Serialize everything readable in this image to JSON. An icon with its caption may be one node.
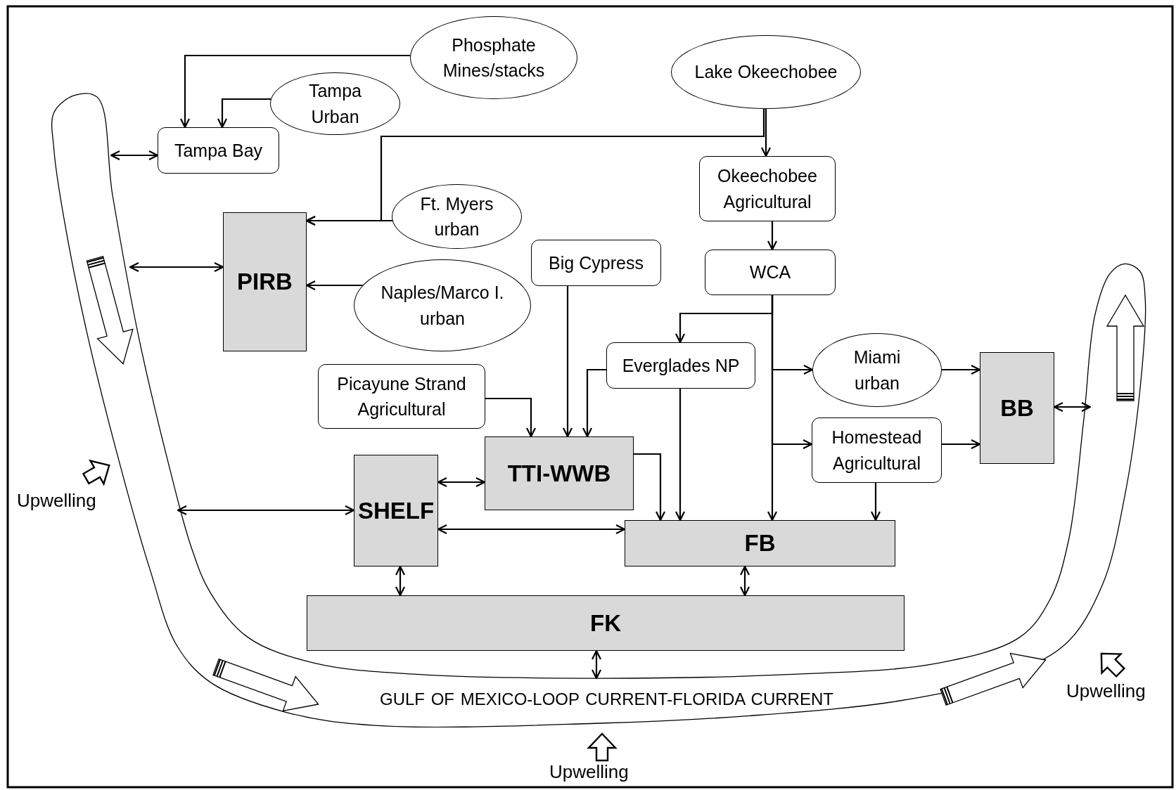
{
  "diagram": {
    "nodes": [
      {
        "text": [
          "GULF OF MEXICO-LOOP CURRENT-FLORIDA CURRENT"
        ]
      },
      {
        "text": [
          "Phosphate Mines/stacks"
        ]
      },
      {
        "text": [
          "Tampa Urban"
        ]
      },
      {
        "text": [
          "Lake Okeechobee"
        ]
      },
      {
        "text": [
          "Tampa Bay"
        ]
      },
      {
        "text": [
          "Okeechobee Agricultural"
        ]
      },
      {
        "text": [
          "Ft. Myers urban"
        ]
      },
      {
        "text": [
          "PIRB"
        ]
      },
      {
        "text": [
          "Big Cypress"
        ]
      },
      {
        "text": [
          "WCA"
        ]
      },
      {
        "text": [
          "Naples/Marco I. urban"
        ]
      },
      {
        "text": [
          "Everglades NP"
        ]
      },
      {
        "text": [
          "Miami urban"
        ]
      },
      {
        "text": [
          "BB"
        ]
      },
      {
        "text": [
          "Picayune Strand Agricultural"
        ]
      },
      {
        "text": [
          "TTI-WWB"
        ]
      },
      {
        "text": [
          "Homestead Agricultural"
        ]
      },
      {
        "text": [
          "SHELF"
        ]
      },
      {
        "text": [
          "FB"
        ]
      },
      {
        "text": [
          "FK"
        ]
      }
    ],
    "edges": [
      {
        "from": 1,
        "to": 4,
        "arrow": "to"
      },
      {
        "from": 2,
        "to": 4,
        "arrow": "to"
      },
      {
        "from": 0,
        "to": 4,
        "arrow": "both"
      },
      {
        "from": 3,
        "to": 5,
        "arrow": "to"
      },
      {
        "from": 3,
        "to": 7,
        "arrow": "to"
      },
      {
        "from": 6,
        "to": 7,
        "arrow": "to"
      },
      {
        "from": 0,
        "to": 7,
        "arrow": "both"
      },
      {
        "from": 10,
        "to": 7,
        "arrow": "to"
      },
      {
        "from": 5,
        "to": 9,
        "arrow": "to"
      },
      {
        "from": 9,
        "to": 11,
        "arrow": "to"
      },
      {
        "from": 9,
        "to": 12,
        "arrow": "to"
      },
      {
        "from": 9,
        "to": 16,
        "arrow": "to"
      },
      {
        "from": 9,
        "to": 18,
        "arrow": "to"
      },
      {
        "from": 11,
        "to": 15,
        "arrow": "to"
      },
      {
        "from": 11,
        "to": 18,
        "arrow": "to"
      },
      {
        "from": 8,
        "to": 15,
        "arrow": "to"
      },
      {
        "from": 14,
        "to": 15,
        "arrow": "to"
      },
      {
        "from": 15,
        "to": 18,
        "arrow": "to"
      },
      {
        "from": 12,
        "to": 13,
        "arrow": "to"
      },
      {
        "from": 16,
        "to": 13,
        "arrow": "to"
      },
      {
        "from": 16,
        "to": 18,
        "arrow": "to"
      },
      {
        "from": 13,
        "to": 0,
        "arrow": "both"
      },
      {
        "from": 17,
        "to": 15,
        "arrow": "both"
      },
      {
        "from": 0,
        "to": 17,
        "arrow": "both"
      },
      {
        "from": 17,
        "to": 18,
        "arrow": "both"
      },
      {
        "from": 17,
        "to": 19,
        "arrow": "both"
      },
      {
        "from": 18,
        "to": 19,
        "arrow": "both"
      },
      {
        "from": 19,
        "to": 0,
        "arrow": "both"
      }
    ],
    "labels": [
      "Upwelling",
      "Upwelling",
      "Upwelling"
    ]
  }
}
